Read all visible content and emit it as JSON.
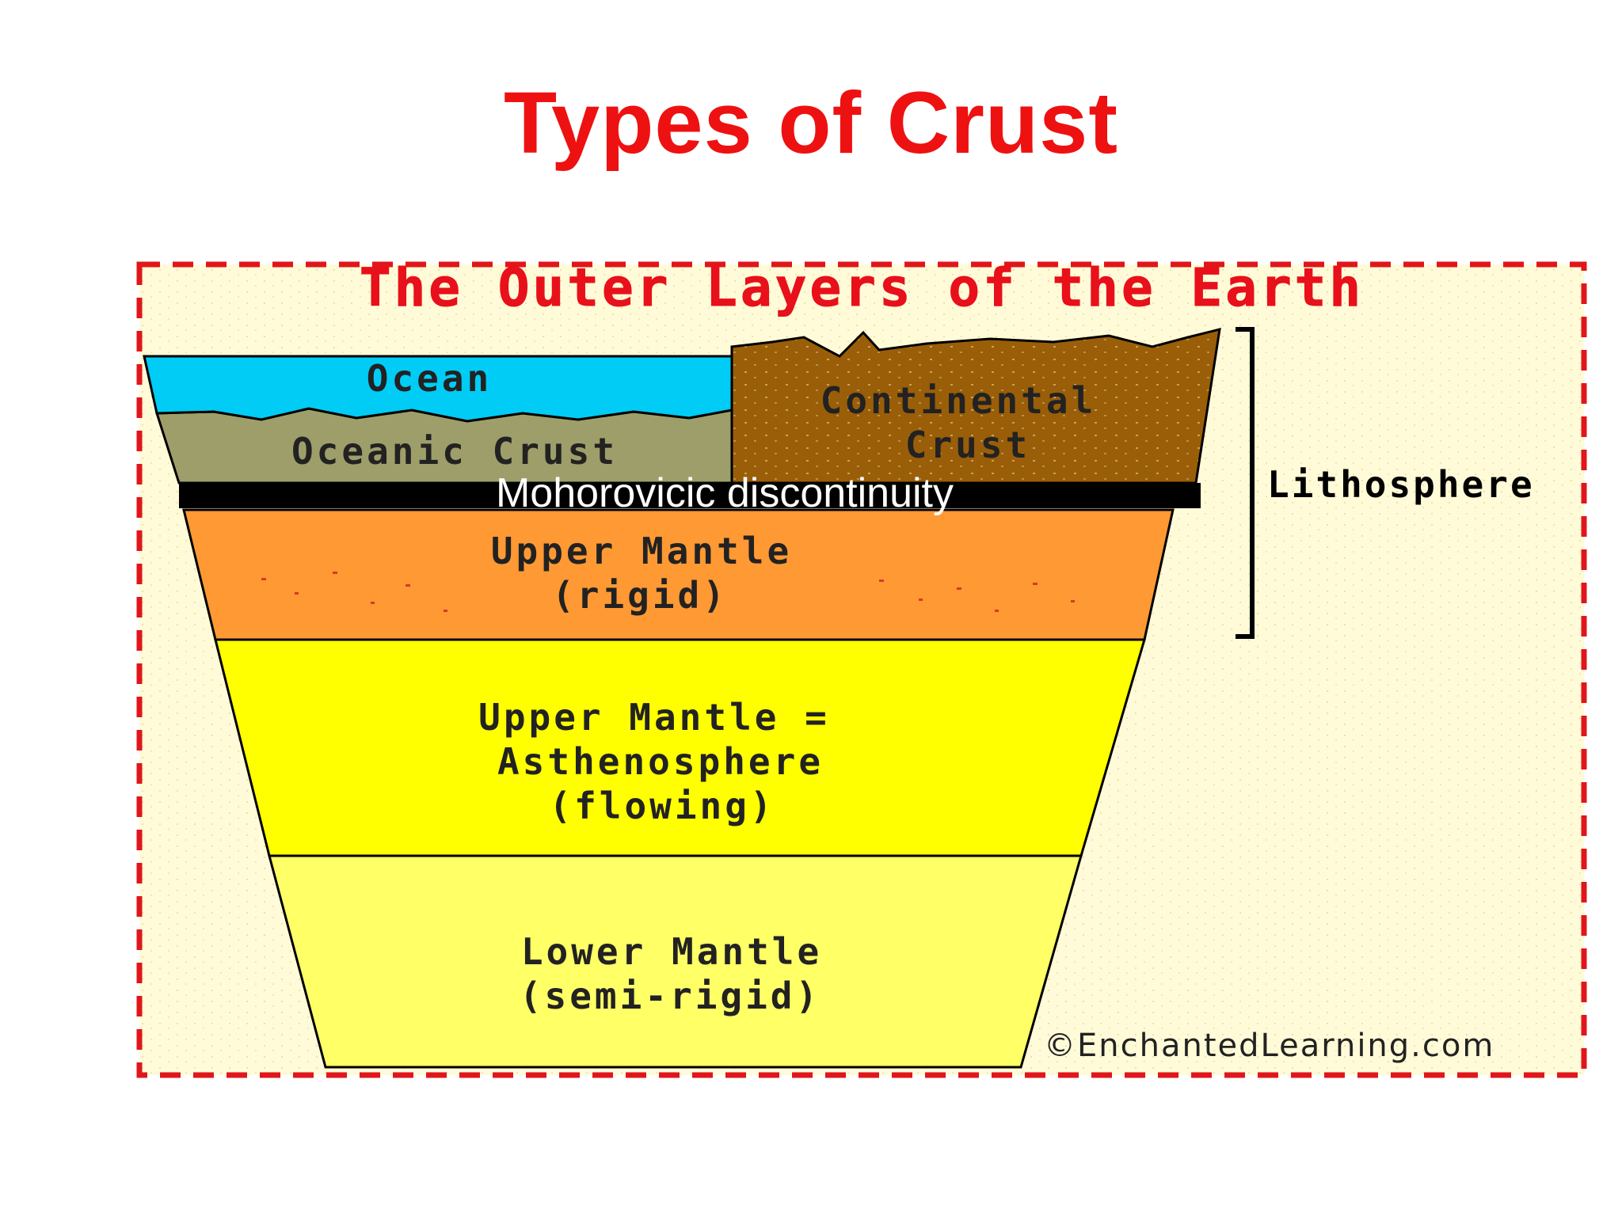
{
  "slide": {
    "title": "Types of Crust"
  },
  "diagram": {
    "title": "The Outer Layers of the Earth",
    "layers": {
      "ocean": "Ocean",
      "oceanic_crust": "Oceanic Crust",
      "continental_crust_1": "Continental",
      "continental_crust_2": "Crust",
      "moho": "Mohorovicic discontinuity",
      "upper_mantle_rigid_1": "Upper Mantle",
      "upper_mantle_rigid_2": "(rigid)",
      "asthenosphere_1": "Upper Mantle =",
      "asthenosphere_2": "Asthenosphere",
      "asthenosphere_3": "(flowing)",
      "lower_mantle_1": "Lower Mantle",
      "lower_mantle_2": "(semi-rigid)"
    },
    "bracket_label": "Lithosphere",
    "copyright": "©EnchantedLearning.com"
  },
  "colors": {
    "title_red": "#ee1111",
    "frame_dashes": "#e0161b",
    "panel_bg": "#fffbd8",
    "ocean": "#00ccf5",
    "oceanic_crust": "#9e9e6a",
    "continental_crust": "#9a5e08",
    "moho": "#000000",
    "upper_mantle": "#ff9933",
    "asthenosphere": "#ffff00",
    "lower_mantle": "#ffff66"
  }
}
